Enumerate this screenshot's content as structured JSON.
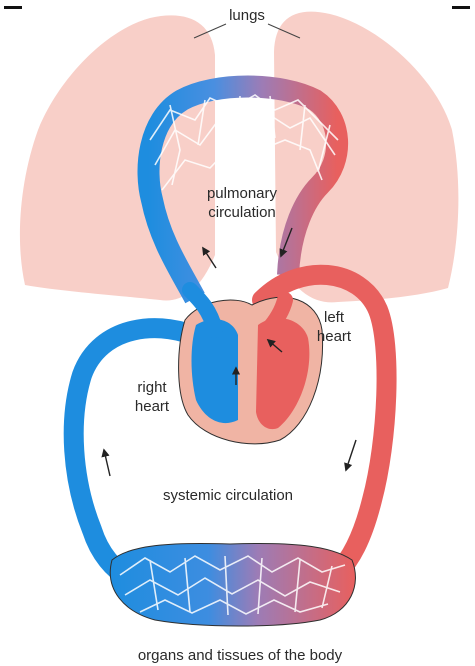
{
  "labels": {
    "lungs": "lungs",
    "pulmonary_line1": "pulmonary",
    "pulmonary_line2": "circulation",
    "left_heart_line1": "left",
    "left_heart_line2": "heart",
    "right_heart_line1": "right",
    "right_heart_line2": "heart",
    "systemic": "systemic circulation",
    "organs": "organs and tissues of the body"
  },
  "colors": {
    "lung": "#f8cfc8",
    "deoxygenated": "#1e8ddf",
    "oxygenated": "#e8605e",
    "heart_tissue": "#f0b4a4",
    "outline": "#2f2f2f"
  }
}
